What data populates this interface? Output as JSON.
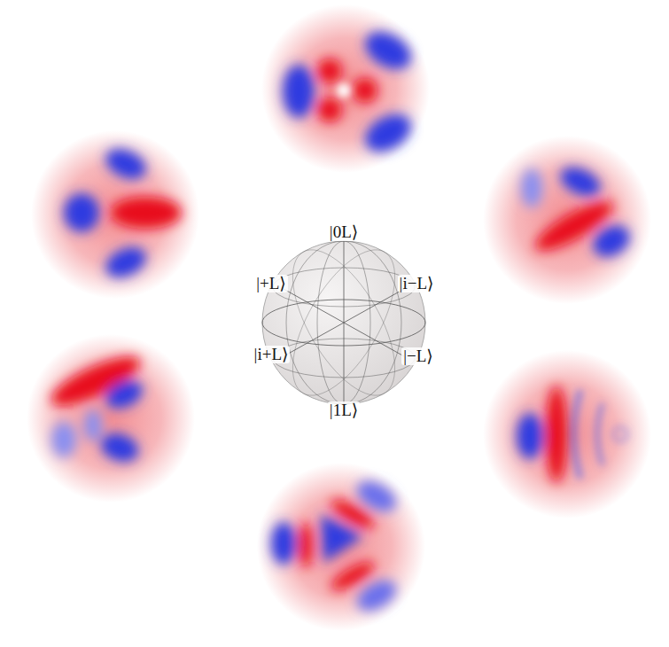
{
  "diagram": {
    "labels": [
      "|0L⟩",
      "|+L⟩",
      "|i−L⟩",
      "|i+L⟩",
      "|−L⟩",
      "|1L⟩"
    ]
  }
}
